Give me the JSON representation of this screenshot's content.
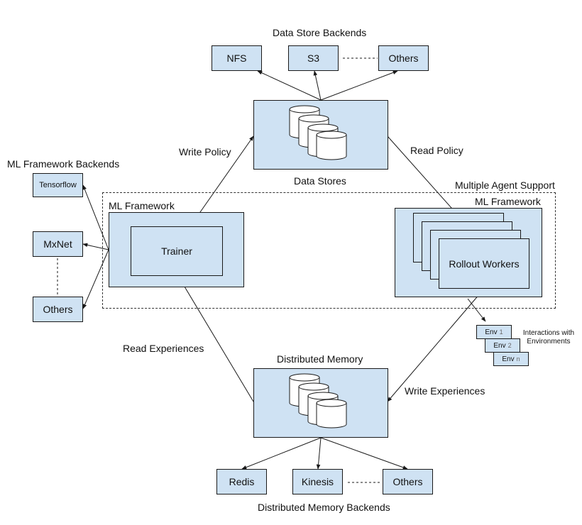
{
  "data_store_backends": {
    "title": "Data Store Backends",
    "nfs": "NFS",
    "s3": "S3",
    "others": "Others"
  },
  "data_stores": {
    "label": "Data Stores"
  },
  "edges": {
    "write_policy": "Write Policy",
    "read_policy": "Read Policy",
    "read_experiences": "Read Experiences",
    "write_experiences": "Write Experiences"
  },
  "ml_backends": {
    "title": "ML Framework Backends",
    "tensorflow": "Tensorflow",
    "mxnet": "MxNet",
    "others": "Others"
  },
  "multi_agent": {
    "title": "Multiple Agent Support"
  },
  "ml_framework_left": {
    "title": "ML Framework",
    "trainer": "Trainer"
  },
  "ml_framework_right": {
    "title": "ML Framework",
    "rollout": "Rollout Workers"
  },
  "envs": {
    "items": [
      {
        "name": "Env",
        "sub": "1"
      },
      {
        "name": "Env",
        "sub": "2"
      },
      {
        "name": "Env",
        "sub": "n"
      }
    ],
    "caption": "Interactions with Environments"
  },
  "distributed_memory": {
    "title": "Distributed Memory"
  },
  "memory_backends": {
    "redis": "Redis",
    "kinesis": "Kinesis",
    "others": "Others",
    "title": "Distributed Memory Backends"
  }
}
